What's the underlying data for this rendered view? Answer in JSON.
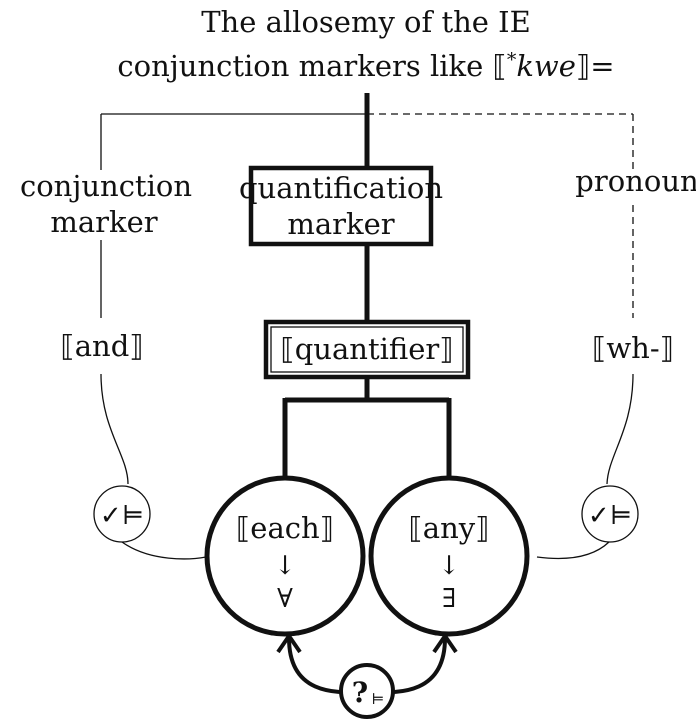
{
  "title": {
    "line1": "The allosemy of the IE",
    "line2_prefix": "conjunction markers like ⟦",
    "line2_star": "*",
    "line2_italic": "kwe",
    "line2_suffix": "⟧="
  },
  "left_branch": {
    "label_line1": "conjunction",
    "label_line2": "marker",
    "denotation": "⟦and⟧",
    "check": "✓⊨"
  },
  "right_branch": {
    "label": "pronoun",
    "denotation": "⟦wh-⟧",
    "check": "✓⊨"
  },
  "center": {
    "box_line1": "quantification",
    "box_line2": "marker",
    "quantifier": "⟦quantifier⟧"
  },
  "each_node": {
    "label": "⟦each⟧",
    "arrow": "↓",
    "symbol": "∀"
  },
  "any_node": {
    "label": "⟦any⟧",
    "arrow": "↓",
    "symbol": "∃"
  },
  "question": {
    "mark": "?",
    "entail": "⊨"
  },
  "colors": {
    "ink": "#111111",
    "background": "#ffffff"
  }
}
